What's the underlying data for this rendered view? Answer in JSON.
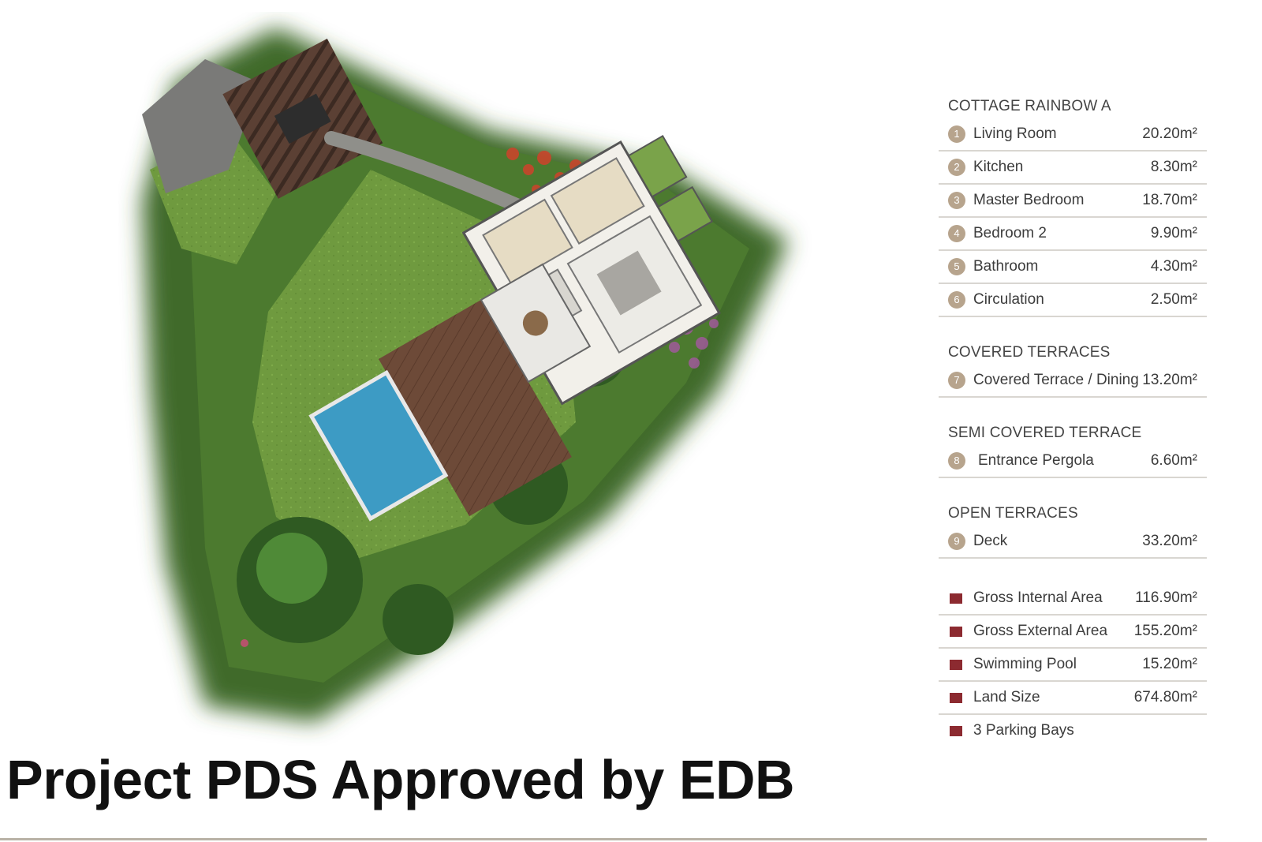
{
  "headline": "Project PDS Approved by EDB",
  "accent_colors": {
    "number_badge": "#b7a48d",
    "legend_square": "#8c2a30",
    "divider": "#d9d6d1"
  },
  "schedule": {
    "cottage": {
      "title": "COTTAGE RAINBOW A",
      "rows": [
        {
          "num": "1",
          "label": "Living Room",
          "value": "20.20m²"
        },
        {
          "num": "2",
          "label": "Kitchen",
          "value": "8.30m²"
        },
        {
          "num": "3",
          "label": "Master Bedroom",
          "value": "18.70m²"
        },
        {
          "num": "4",
          "label": "Bedroom 2",
          "value": "9.90m²"
        },
        {
          "num": "5",
          "label": "Bathroom",
          "value": "4.30m²"
        },
        {
          "num": "6",
          "label": "Circulation",
          "value": "2.50m²"
        }
      ]
    },
    "covered_terraces": {
      "title": "COVERED TERRACES",
      "rows": [
        {
          "num": "7",
          "label": "Covered Terrace / Dining",
          "value": "13.20m²"
        }
      ]
    },
    "semi_covered": {
      "title": "SEMI COVERED TERRACE",
      "rows": [
        {
          "num": "8",
          "label": "Entrance Pergola",
          "value": "6.60m²"
        }
      ]
    },
    "open_terraces": {
      "title": "OPEN TERRACES",
      "rows": [
        {
          "num": "9",
          "label": "Deck",
          "value": "33.20m²"
        }
      ]
    },
    "totals": [
      {
        "label": "Gross Internal Area",
        "value": "116.90m²"
      },
      {
        "label": "Gross External Area",
        "value": "155.20m²"
      },
      {
        "label": "Swimming Pool",
        "value": "15.20m²"
      },
      {
        "label": "Land Size",
        "value": "674.80m²"
      },
      {
        "label": "3 Parking Bays",
        "value": ""
      }
    ]
  }
}
